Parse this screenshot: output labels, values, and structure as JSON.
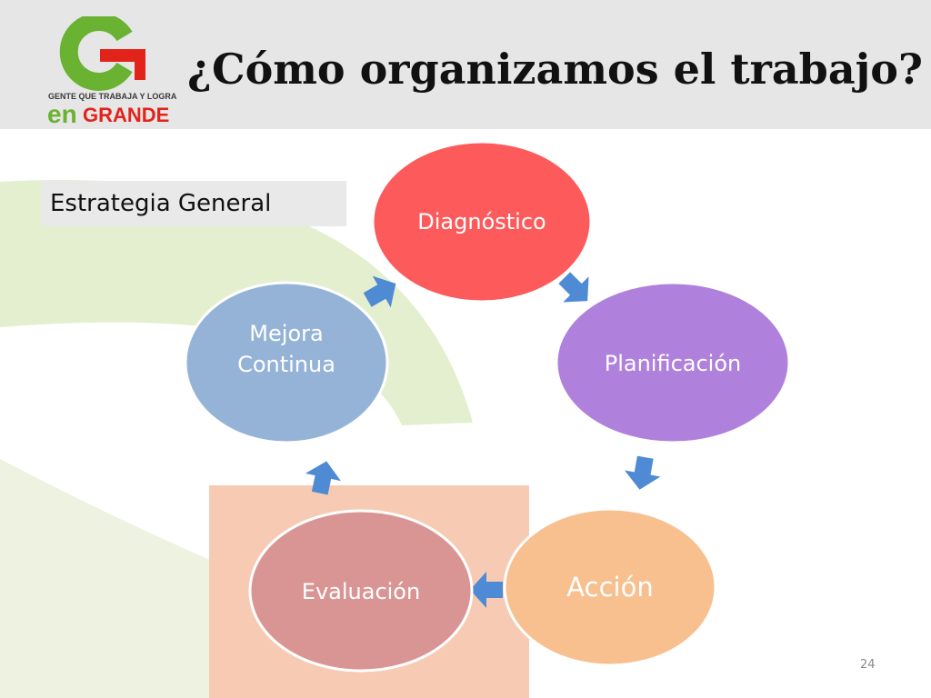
{
  "slide": {
    "title": "¿Cómo organizamos el trabajo?",
    "label": "Estrategia General",
    "page_number": "24"
  },
  "logo": {
    "tagline": "GENTE QUE TRABAJA Y LOGRA",
    "brand_en": "en",
    "brand_grande": "GRANDE"
  },
  "cycle": [
    {
      "label_lines": [
        "Diagnóstico"
      ],
      "color": "#fd5a5b"
    },
    {
      "label_lines": [
        "Planificación"
      ],
      "color": "#af80dc"
    },
    {
      "label_lines": [
        "Acción"
      ],
      "color": "#f8bf8f"
    },
    {
      "label_lines": [
        "Evaluación"
      ],
      "color": "#d99594"
    },
    {
      "label_lines": [
        "Mejora",
        "Continua"
      ],
      "color": "#95b3d7"
    }
  ],
  "colors": {
    "header_bg": "#e6e6e6",
    "arrow": "#4f8bd4",
    "background_ring": "#e4efcf",
    "background_block": "#f7cbb3",
    "logo_green": "#6ab231",
    "logo_red": "#e2231a"
  }
}
